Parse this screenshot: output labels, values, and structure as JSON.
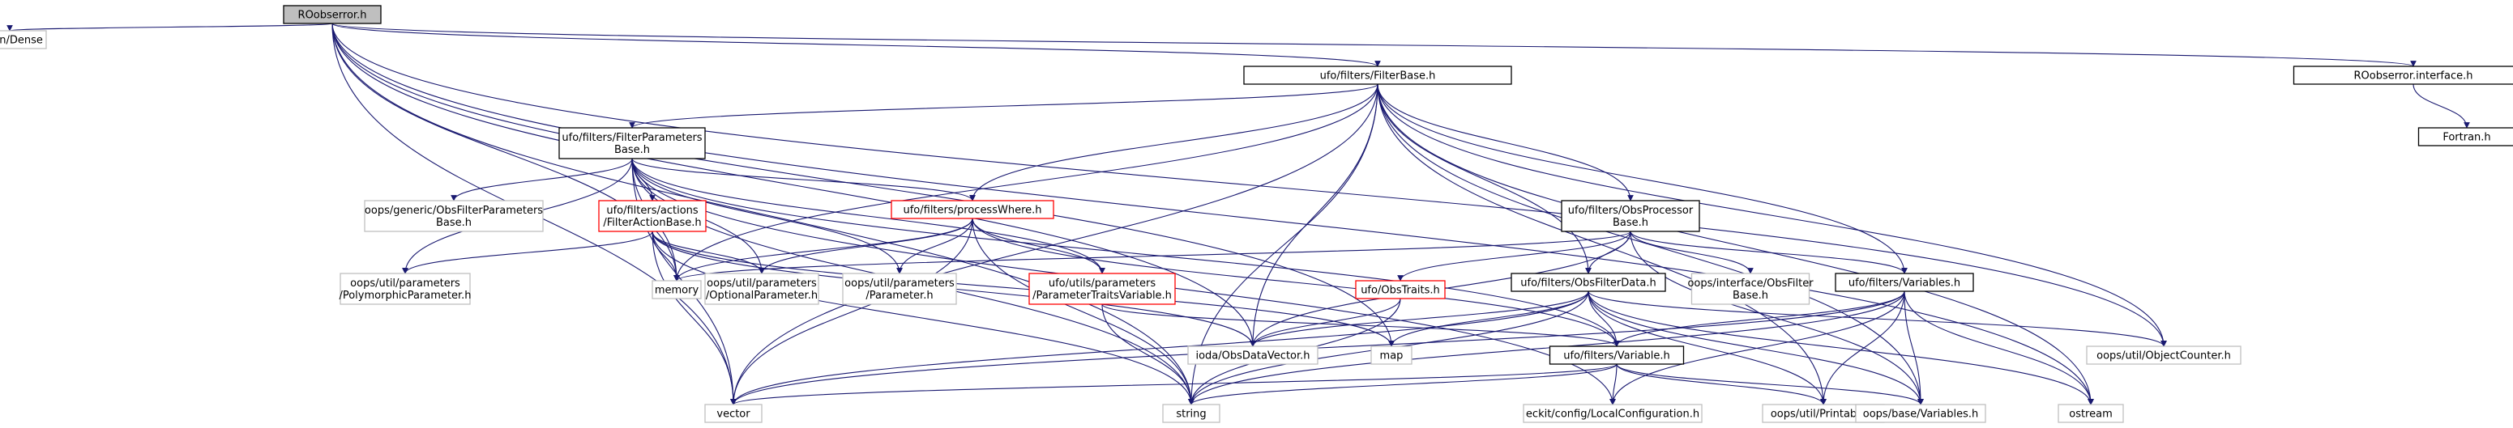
{
  "colors": {
    "edge": "#191970",
    "node_border_normal": "#000000",
    "node_border_external": "#bfbfbf",
    "node_border_truncated": "#ff0000",
    "node_fill_root": "#bfbfbf",
    "node_fill": "#ffffff"
  },
  "nodes": [
    {
      "id": "root",
      "lines": [
        "ROobserror.h"
      ],
      "kind": "root"
    },
    {
      "id": "eigen",
      "lines": [
        "Eigen/Dense"
      ],
      "kind": "external"
    },
    {
      "id": "filterbase",
      "lines": [
        "ufo/filters/FilterBase.h"
      ],
      "kind": "normal"
    },
    {
      "id": "roiface",
      "lines": [
        "ROobserror.interface.h"
      ],
      "kind": "normal"
    },
    {
      "id": "fortran",
      "lines": [
        "Fortran.h"
      ],
      "kind": "normal"
    },
    {
      "id": "fparams",
      "lines": [
        "ufo/filters/FilterParameters",
        "Base.h"
      ],
      "kind": "normal"
    },
    {
      "id": "obsfilterparams",
      "lines": [
        "oops/generic/ObsFilterParameters",
        "Base.h"
      ],
      "kind": "external"
    },
    {
      "id": "factionbase",
      "lines": [
        "ufo/filters/actions",
        "/FilterActionBase.h"
      ],
      "kind": "truncated"
    },
    {
      "id": "processwhere",
      "lines": [
        "ufo/filters/processWhere.h"
      ],
      "kind": "truncated"
    },
    {
      "id": "obsprocbase",
      "lines": [
        "ufo/filters/ObsProcessor",
        "Base.h"
      ],
      "kind": "normal"
    },
    {
      "id": "polyparam",
      "lines": [
        "oops/util/parameters",
        "/PolymorphicParameter.h"
      ],
      "kind": "external"
    },
    {
      "id": "memory",
      "lines": [
        "memory"
      ],
      "kind": "external"
    },
    {
      "id": "optparam",
      "lines": [
        "oops/util/parameters",
        "/OptionalParameter.h"
      ],
      "kind": "external"
    },
    {
      "id": "param",
      "lines": [
        "oops/util/parameters",
        "/Parameter.h"
      ],
      "kind": "external"
    },
    {
      "id": "ptraitsvar",
      "lines": [
        "ufo/utils/parameters",
        "/ParameterTraitsVariable.h"
      ],
      "kind": "truncated"
    },
    {
      "id": "obstraits",
      "lines": [
        "ufo/ObsTraits.h"
      ],
      "kind": "truncated"
    },
    {
      "id": "obsfilterdata",
      "lines": [
        "ufo/filters/ObsFilterData.h"
      ],
      "kind": "normal"
    },
    {
      "id": "oopsobsfilterbase",
      "lines": [
        "oops/interface/ObsFilter",
        "Base.h"
      ],
      "kind": "external"
    },
    {
      "id": "variables",
      "lines": [
        "ufo/filters/Variables.h"
      ],
      "kind": "normal"
    },
    {
      "id": "obsdatavector",
      "lines": [
        "ioda/ObsDataVector.h"
      ],
      "kind": "external"
    },
    {
      "id": "map",
      "lines": [
        "map"
      ],
      "kind": "external"
    },
    {
      "id": "variable",
      "lines": [
        "ufo/filters/Variable.h"
      ],
      "kind": "normal"
    },
    {
      "id": "objectcounter",
      "lines": [
        "oops/util/ObjectCounter.h"
      ],
      "kind": "external"
    },
    {
      "id": "vector",
      "lines": [
        "vector"
      ],
      "kind": "external"
    },
    {
      "id": "string",
      "lines": [
        "string"
      ],
      "kind": "external"
    },
    {
      "id": "localconfig",
      "lines": [
        "eckit/config/LocalConfiguration.h"
      ],
      "kind": "external"
    },
    {
      "id": "printable",
      "lines": [
        "oops/util/Printable.h"
      ],
      "kind": "external"
    },
    {
      "id": "oopsvariables",
      "lines": [
        "oops/base/Variables.h"
      ],
      "kind": "external"
    },
    {
      "id": "ostream",
      "lines": [
        "ostream"
      ],
      "kind": "external"
    }
  ],
  "edges": [
    [
      "root",
      "eigen"
    ],
    [
      "root",
      "filterbase"
    ],
    [
      "root",
      "roiface"
    ],
    [
      "root",
      "memory"
    ],
    [
      "root",
      "vector"
    ],
    [
      "root",
      "string"
    ],
    [
      "root",
      "obsdatavector"
    ],
    [
      "root",
      "map"
    ],
    [
      "root",
      "ostream"
    ],
    [
      "root",
      "objectcounter"
    ],
    [
      "roiface",
      "fortran"
    ],
    [
      "filterbase",
      "fparams"
    ],
    [
      "filterbase",
      "processwhere"
    ],
    [
      "filterbase",
      "obsprocbase"
    ],
    [
      "filterbase",
      "memory"
    ],
    [
      "filterbase",
      "obsfilterdata"
    ],
    [
      "filterbase",
      "variables"
    ],
    [
      "filterbase",
      "obsdatavector"
    ],
    [
      "filterbase",
      "string"
    ],
    [
      "filterbase",
      "vector"
    ],
    [
      "filterbase",
      "objectcounter"
    ],
    [
      "filterbase",
      "printable"
    ],
    [
      "filterbase",
      "ostream"
    ],
    [
      "filterbase",
      "oopsvariables"
    ],
    [
      "fparams",
      "obsfilterparams"
    ],
    [
      "fparams",
      "factionbase"
    ],
    [
      "fparams",
      "processwhere"
    ],
    [
      "fparams",
      "polyparam"
    ],
    [
      "fparams",
      "memory"
    ],
    [
      "fparams",
      "optparam"
    ],
    [
      "fparams",
      "param"
    ],
    [
      "fparams",
      "ptraitsvar"
    ],
    [
      "fparams",
      "variable"
    ],
    [
      "fparams",
      "vector"
    ],
    [
      "fparams",
      "string"
    ],
    [
      "fparams",
      "localconfig"
    ],
    [
      "factionbase",
      "polyparam"
    ],
    [
      "factionbase",
      "memory"
    ],
    [
      "factionbase",
      "optparam"
    ],
    [
      "factionbase",
      "obsdatavector"
    ],
    [
      "factionbase",
      "vector"
    ],
    [
      "factionbase",
      "string"
    ],
    [
      "factionbase",
      "map"
    ],
    [
      "processwhere",
      "memory"
    ],
    [
      "processwhere",
      "optparam"
    ],
    [
      "processwhere",
      "param"
    ],
    [
      "processwhere",
      "ptraitsvar"
    ],
    [
      "processwhere",
      "variable"
    ],
    [
      "processwhere",
      "vector"
    ],
    [
      "processwhere",
      "string"
    ],
    [
      "obsprocbase",
      "memory"
    ],
    [
      "obsprocbase",
      "obstraits"
    ],
    [
      "obsprocbase",
      "obsfilterdata"
    ],
    [
      "obsprocbase",
      "oopsobsfilterbase"
    ],
    [
      "obsprocbase",
      "variables"
    ],
    [
      "obsprocbase",
      "obsdatavector"
    ],
    [
      "obsprocbase",
      "oopsvariables"
    ],
    [
      "ptraitsvar",
      "variable"
    ],
    [
      "ptraitsvar",
      "string"
    ],
    [
      "obstraits",
      "obsdatavector"
    ],
    [
      "obstraits",
      "string"
    ],
    [
      "obsfilterdata",
      "obsdatavector"
    ],
    [
      "obsfilterdata",
      "map"
    ],
    [
      "obsfilterdata",
      "variable"
    ],
    [
      "obsfilterdata",
      "objectcounter"
    ],
    [
      "obsfilterdata",
      "vector"
    ],
    [
      "obsfilterdata",
      "string"
    ],
    [
      "obsfilterdata",
      "printable"
    ],
    [
      "obsfilterdata",
      "oopsvariables"
    ],
    [
      "obsfilterdata",
      "ostream"
    ],
    [
      "variables",
      "variable"
    ],
    [
      "variables",
      "vector"
    ],
    [
      "variables",
      "string"
    ],
    [
      "variables",
      "localconfig"
    ],
    [
      "variables",
      "printable"
    ],
    [
      "variables",
      "oopsvariables"
    ],
    [
      "variables",
      "ostream"
    ],
    [
      "variable",
      "vector"
    ],
    [
      "variable",
      "string"
    ],
    [
      "variable",
      "localconfig"
    ],
    [
      "variable",
      "printable"
    ],
    [
      "variable",
      "oopsvariables"
    ]
  ]
}
